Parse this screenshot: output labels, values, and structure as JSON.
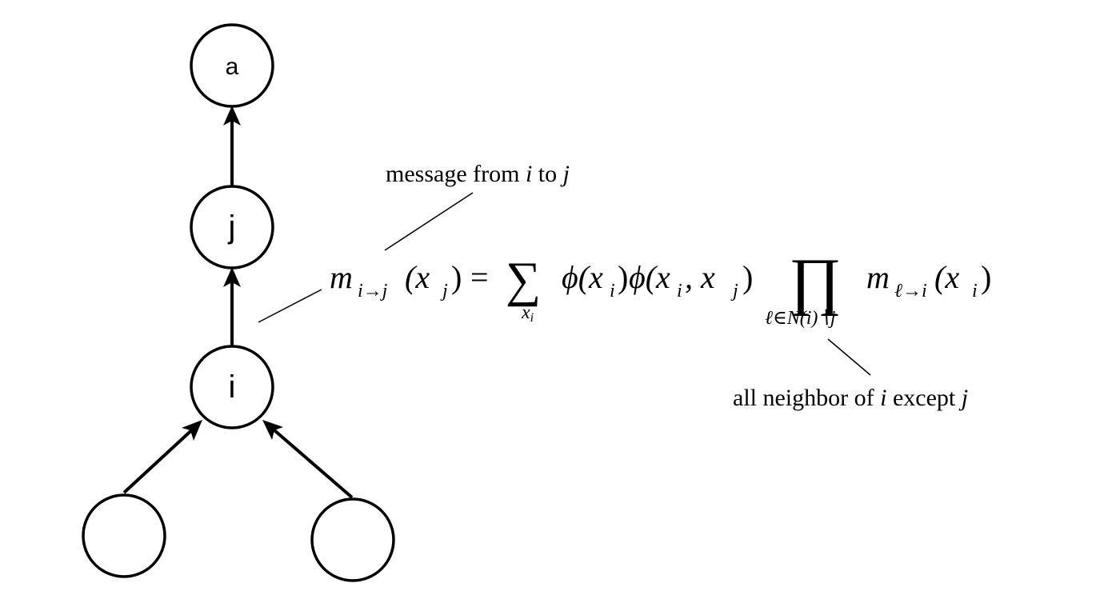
{
  "nodes": {
    "a": {
      "label": "a"
    },
    "j": {
      "label": "j"
    },
    "i": {
      "label": "i"
    },
    "left_child": {
      "label": ""
    },
    "right_child": {
      "label": ""
    }
  },
  "annotations": {
    "message": {
      "prefix": "message from ",
      "var_i": "i",
      "middle": " to ",
      "var_j": "j"
    },
    "neighbors": {
      "prefix": "all neighbor of ",
      "var_i": "i",
      "middle": " except ",
      "var_j": "j"
    }
  },
  "equation": {
    "lhs_m": "m",
    "lhs_sub": "i→j",
    "lhs_arg_open": "(x",
    "lhs_arg_sub": "j",
    "lhs_arg_close": ")",
    "equals": "=",
    "sum": "∑",
    "sum_sub": "x",
    "sum_sub_sub": "i",
    "phi1": "ϕ(x",
    "phi1_sub": "i",
    "phi1_close": ")",
    "phi2": "ϕ(x",
    "phi2_sub": "i",
    "phi2_mid": ", x",
    "phi2_sub2": "j",
    "phi2_close": ")",
    "prod": "∏",
    "prod_sub": "ℓ∈N(i)∖j",
    "rhs_m": "m",
    "rhs_sub": "ℓ→i",
    "rhs_arg_open": "(x",
    "rhs_arg_sub": "i",
    "rhs_arg_close": ")"
  }
}
